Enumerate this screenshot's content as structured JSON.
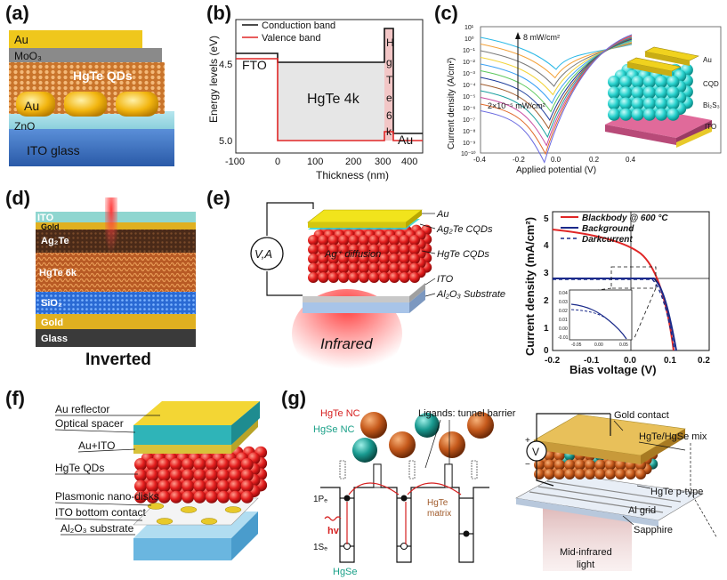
{
  "colors": {
    "au": "#e8c92a",
    "ito": "#3a74c4",
    "hgte_red": "#e02626",
    "cyan": "#2ad3cf"
  },
  "panel_a": {
    "label": "(a)",
    "layers": [
      "Au",
      "MoO₃",
      "HgTe QDs",
      "Au",
      "ZnO",
      "ITO glass"
    ]
  },
  "panel_b": {
    "label": "(b)",
    "ylabel": "Energy levels (eV)",
    "xlabel": "Thickness (nm)",
    "y_ticks": [
      "4.5",
      "5.0"
    ],
    "x_ticks": [
      "-100",
      "0",
      "100",
      "200",
      "300",
      "400"
    ],
    "legend": [
      "Conduction band",
      "Valence band"
    ],
    "regions": {
      "fto": "FTO",
      "hgte4k": "HgTe 4k",
      "hgte6k": [
        "H",
        "g",
        "T",
        "e",
        "6",
        "k"
      ],
      "au": "Au"
    }
  },
  "panel_c": {
    "label": "(c)",
    "ylabel": "Current density (A/cm²)",
    "xlabel": "Applied potential (V)",
    "x_ticks": [
      "-0.4",
      "-0.2",
      "0.0",
      "0.2",
      "0.4"
    ],
    "y_ticks": [
      "10¹",
      "10⁰",
      "10⁻¹",
      "10⁻²",
      "10⁻³",
      "10⁻⁴",
      "10⁻⁵",
      "10⁻⁶",
      "10⁻⁷",
      "10⁻⁸",
      "10⁻⁹",
      "10⁻¹⁰"
    ],
    "ann_high": "8 mW/cm²",
    "ann_low": "2×10⁻⁵ mW/cm²",
    "layers": [
      "Au",
      "CQD",
      "Bi₂S₃",
      "ITO"
    ]
  },
  "panel_d": {
    "label": "(d)",
    "layers": [
      "ITO",
      "Gold",
      "Ag₂Te",
      "HgTe 6k",
      "SiO₂",
      "Gold",
      "Glass"
    ],
    "caption": "Inverted"
  },
  "panel_e": {
    "label": "(e)",
    "meter": "V,A",
    "labels": [
      "Au",
      "Ag₂Te CQDs",
      "HgTe CQDs",
      "ITO",
      "Al₂O₃ Substrate"
    ],
    "diffusion": "Ag⁺ diffusion",
    "infrared": "Infrared",
    "chart": {
      "ylabel": "Current density (mA/cm²)",
      "xlabel": "Bias voltage (V)",
      "x_ticks": [
        "-0.2",
        "-0.1",
        "0.0",
        "0.1",
        "0.2"
      ],
      "y_ticks": [
        "5",
        "4",
        "3",
        "2",
        "1",
        "0"
      ],
      "legend": [
        "Blackbody @ 600 °C",
        "Background",
        "Darkcurrent"
      ],
      "inset_y": [
        "0.04",
        "0.03",
        "0.02",
        "0.01",
        "0.00",
        "-0.01"
      ],
      "inset_x": [
        "-0.05",
        "0.00",
        "0.05"
      ]
    }
  },
  "panel_f": {
    "label": "(f)",
    "labels": [
      "Au reflector",
      "Optical spacer",
      "Au+ITO",
      "HgTe QDs",
      "Plasmonic nano-disks",
      "ITO bottom contact",
      "Al₂O₃ substrate"
    ]
  },
  "panel_g": {
    "label": "(g)",
    "hgte_nc": "HgTe NC",
    "hgse_nc": "HgSe NC",
    "ligands": "Ligands: tunnel barrier",
    "level_1p": "1Pₑ",
    "level_1s": "1Sₑ",
    "hv": "hv",
    "matrix": [
      "HgTe",
      "matrix"
    ],
    "hgse": "HgSe",
    "meter": "V",
    "plus": "+",
    "minus": "−",
    "device": [
      "Gold contact",
      "HgTe/HgSe mix",
      "HgTe p-type",
      "Al grid",
      "Sapphire"
    ],
    "light": [
      "Mid-infrared",
      "light"
    ]
  }
}
